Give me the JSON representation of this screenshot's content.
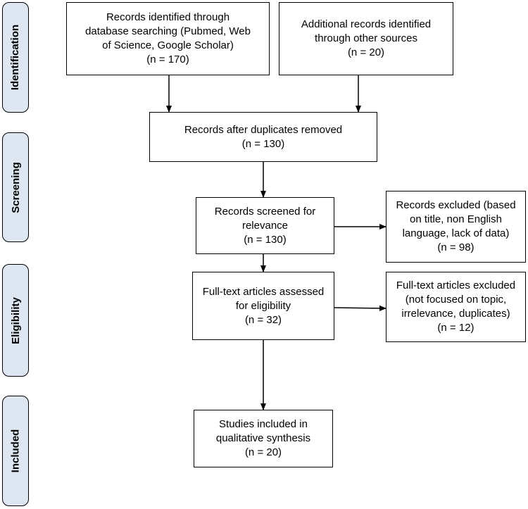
{
  "stages": {
    "identification": "Identification",
    "screening": "Screening",
    "eligibility": "Eligibility",
    "included": "Included"
  },
  "boxes": {
    "database_records": {
      "lines": [
        "Records identified through",
        "database searching (Pubmed, Web",
        "of Science, Google Scholar)",
        "(n = 170)"
      ]
    },
    "other_records": {
      "lines": [
        "Additional records identified",
        "through other sources",
        "(n = 20)"
      ]
    },
    "after_duplicates": {
      "lines": [
        "Records after duplicates removed",
        "(n = 130)"
      ]
    },
    "screened": {
      "lines": [
        "Records screened for",
        "relevance",
        "(n = 130)"
      ]
    },
    "screened_excluded": {
      "lines": [
        "Records excluded (based",
        "on title, non English",
        "language, lack of data)",
        "(n = 98)"
      ]
    },
    "fulltext_assessed": {
      "lines": [
        "Full-text articles assessed",
        "for eligibility",
        "(n = 32)"
      ]
    },
    "fulltext_excluded": {
      "lines": [
        "Full-text articles excluded",
        "(not focused on topic,",
        "irrelevance, duplicates)",
        "(n = 12)"
      ]
    },
    "included_studies": {
      "lines": [
        "Studies included in",
        "qualitative synthesis",
        "(n = 20)"
      ]
    }
  }
}
